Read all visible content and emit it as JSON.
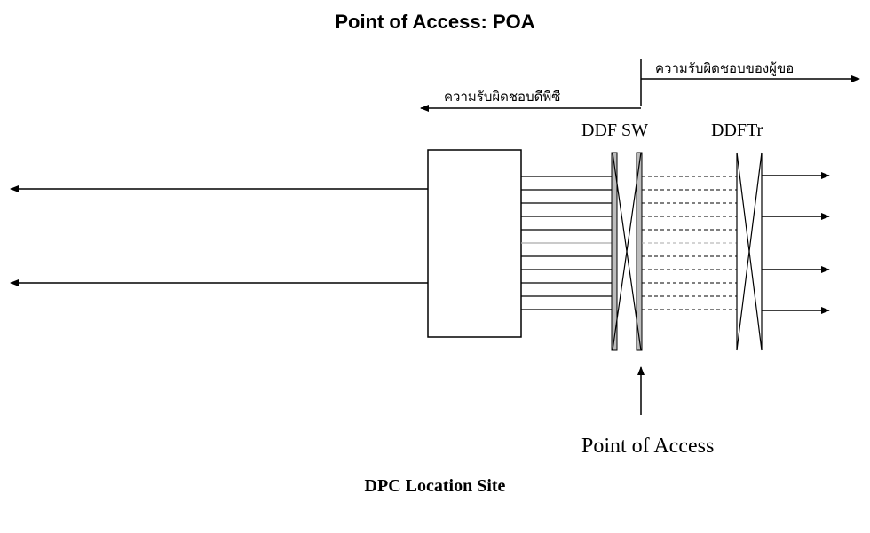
{
  "title": "Point of Access: POA",
  "labels": {
    "customer_responsibility": "ความรับผิดชอบของผู้ขอ",
    "dpc_responsibility": "ความรับผิดชอบดีพีซี",
    "ddf_sw": "DDF SW",
    "ddf_tr": "DDFTr",
    "point_of_access": "Point of Access",
    "site": "DPC Location Site"
  }
}
